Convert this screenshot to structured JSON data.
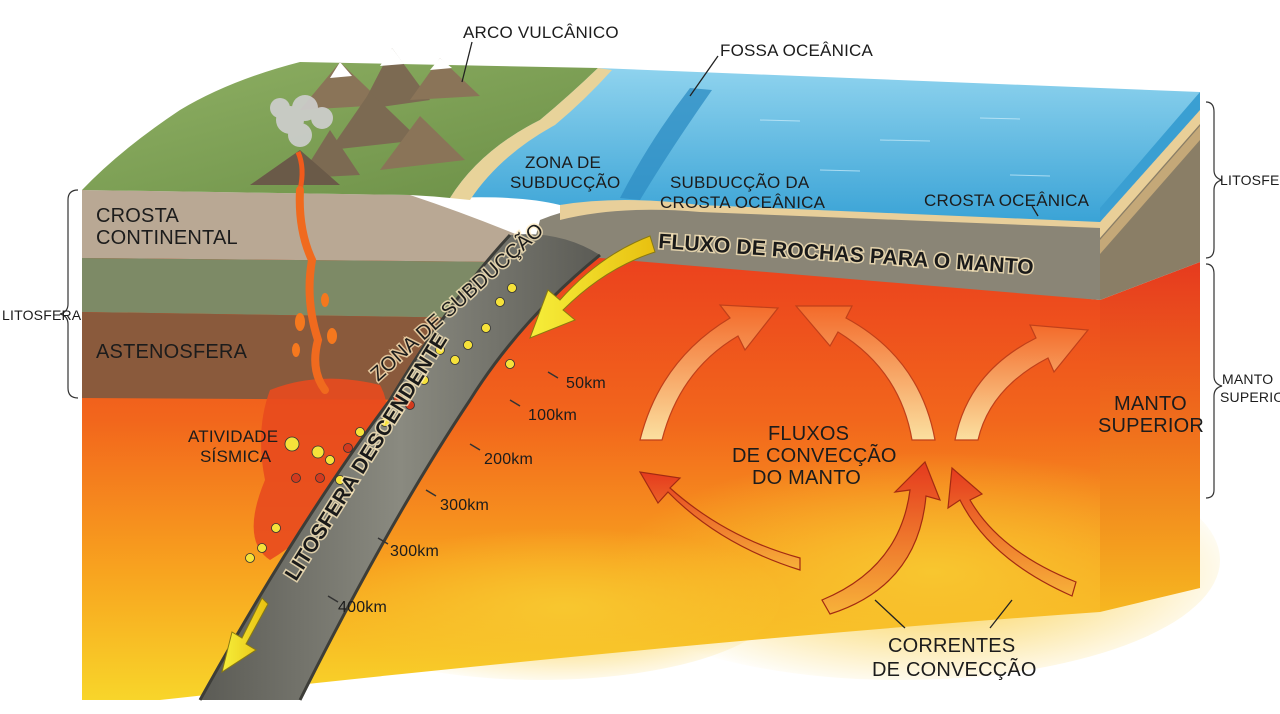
{
  "labels": {
    "volcanic_arc": "ARCO VULCÂNICO",
    "ocean_trench": "FOSSA OCEÂNICA",
    "subduction_zone_top_1": "ZONA DE",
    "subduction_zone_top_2": "SUBDUCÇÃO",
    "oceanic_subduction_1": "SUBDUCÇÃO DA",
    "oceanic_subduction_2": "CROSTA OCEÂNICA",
    "oceanic_crust": "CROSTA OCEÂNICA",
    "continental_crust_1": "CROSTA",
    "continental_crust_2": "CONTINENTAL",
    "asthenosphere": "ASTENOSFERA",
    "lithosphere_left": "LITOSFERA",
    "lithosphere_right": "LITOSFERA",
    "upper_mantle_side_1": "MANTO",
    "upper_mantle_side_2": "SUPERIOR",
    "upper_mantle_face_1": "MANTO",
    "upper_mantle_face_2": "SUPERIOR",
    "rock_flow": "FLUXO DE ROCHAS PARA O MANTO",
    "subduction_zone_slab": "ZONA DE SUBDUCÇÃO",
    "descending_lithosphere": "LITOSFERA DESCENDENTE",
    "seismic_activity_1": "ATIVIDADE",
    "seismic_activity_2": "SÍSMICA",
    "convection_flows_1": "FLUXOS",
    "convection_flows_2": "DE CONVECÇÃO",
    "convection_flows_3": "DO MANTO",
    "convection_currents_1": "CORRENTES",
    "convection_currents_2": "DE CONVECÇÃO"
  },
  "depths": [
    "50km",
    "100km",
    "200km",
    "300km",
    "300km",
    "400km"
  ],
  "colors": {
    "ocean": "#4fb3df",
    "ocean_deep": "#2f8fc4",
    "land_green": "#7fa35a",
    "mountain": "#8a7458",
    "continental_crust": "#b9a894",
    "lithosphere_green": "#7d8a66",
    "asthenosphere": "#8a5a3c",
    "slab": "#6f6f66",
    "mantle_hot": "#e8321e",
    "mantle_warm": "#f79a1f",
    "mantle_yellow": "#f8d52a",
    "arrow_yellow": "#f2e21b",
    "arrow_red": "#e63a1e"
  },
  "icons": {
    "volcano": "volcano-icon",
    "smoke": "smoke-plume-icon",
    "earthquake": "seismic-dot-icon"
  }
}
